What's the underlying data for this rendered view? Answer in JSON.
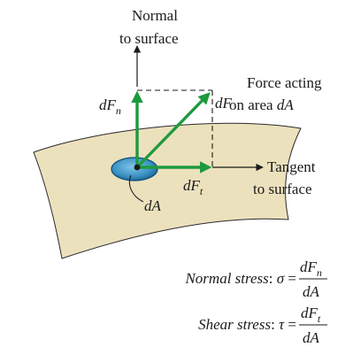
{
  "labels": {
    "normal_line1": "Normal",
    "normal_line2": "to surface",
    "force_line1": "Force acting",
    "force_line2_prefix": "on area ",
    "force_line2_var": "dA",
    "tangent_line1": "Tangent",
    "tangent_line2": "to surface",
    "dFn_main": "dF",
    "dFn_sub": "n",
    "dF": "dF",
    "dFt_main": "dF",
    "dFt_sub": "t",
    "dA": "dA"
  },
  "equations": {
    "normal": {
      "label": "Normal stress",
      "colon": ":",
      "symbol": "σ",
      "equals": "=",
      "numerator_main": "dF",
      "numerator_sub": "n",
      "denominator": "dA"
    },
    "shear": {
      "label": "Shear stress",
      "colon": ":",
      "symbol": "τ",
      "equals": "=",
      "numerator_main": "dF",
      "numerator_sub": "t",
      "denominator": "dA"
    }
  },
  "colors": {
    "surface_fill": "#ece1bd",
    "surface_stroke": "#2a2a2a",
    "vector_green": "#1e9a3e",
    "area_blue": "#3a92c4",
    "area_dark": "#0d4d78",
    "ink": "#1a1a1a"
  }
}
